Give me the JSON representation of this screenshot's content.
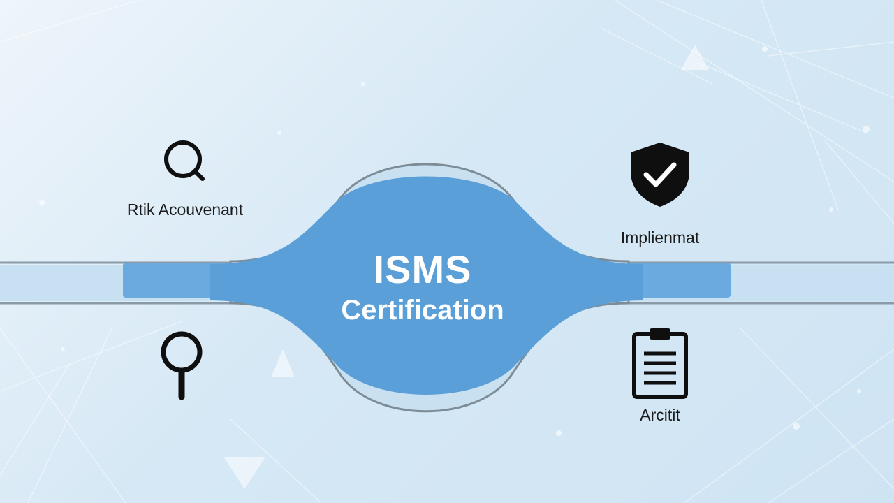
{
  "center": {
    "title": "ISMS",
    "subtitle": "Certification"
  },
  "nodes": {
    "top_left": {
      "label": "Rtik Acouvenant",
      "icon": "magnifier-icon"
    },
    "top_right": {
      "label": "Implienmat",
      "icon": "shield-check-icon"
    },
    "bottom_left": {
      "label": "",
      "icon": "magnifier-handle-icon"
    },
    "bottom_right": {
      "label": "Arcitit",
      "icon": "clipboard-icon"
    }
  },
  "colors": {
    "background": "#dbeaf5",
    "hub_fill": "#5a9fd8",
    "band_fill": "#6aaade",
    "outline": "#7a8a96",
    "icon": "#0f0f0f",
    "text_on_hub": "#ffffff"
  }
}
